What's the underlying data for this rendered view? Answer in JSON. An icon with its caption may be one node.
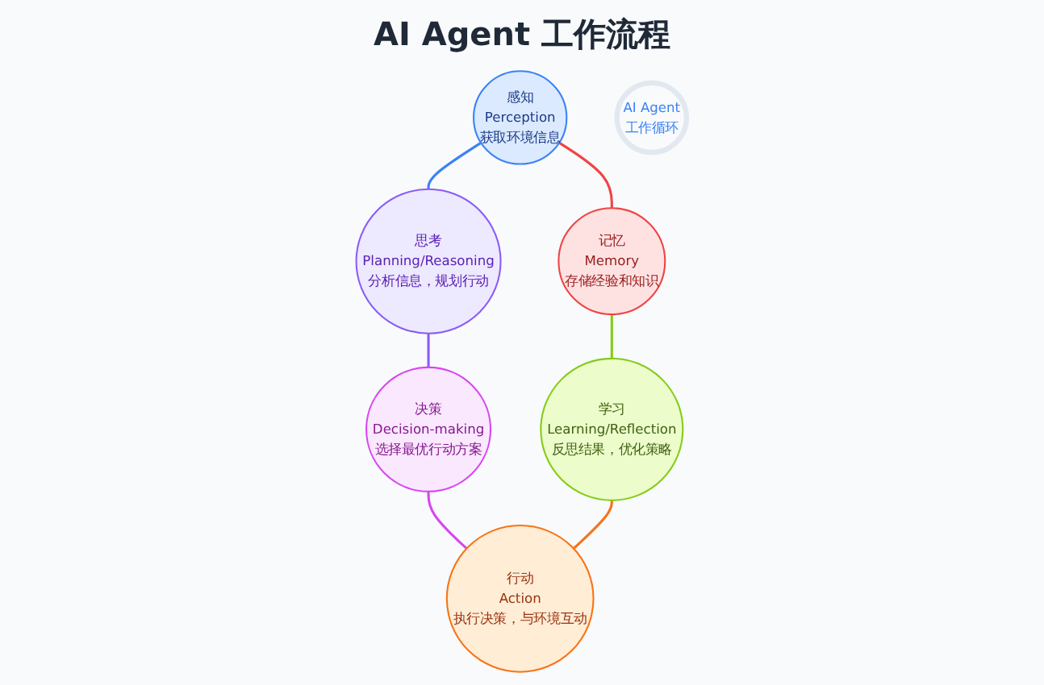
{
  "diagram": {
    "title": "AI Agent 工作流程",
    "nodes": [
      {
        "text": [
          "感知",
          "Perception",
          "获取环境信息"
        ]
      },
      {
        "text": [
          "思考",
          "Planning/Reasoning",
          "分析信息，规划行动"
        ]
      },
      {
        "text": [
          "决策",
          "Decision-making",
          "选择最优行动方案"
        ]
      },
      {
        "text": [
          "行动",
          "Action",
          "执行决策，与环境互动"
        ]
      },
      {
        "text": [
          "学习",
          "Learning/Reflection",
          "反思结果，优化策略"
        ]
      },
      {
        "text": [
          "记忆",
          "Memory",
          "存储经验和知识"
        ]
      },
      {
        "text": [
          "AI Agent",
          "工作循环"
        ]
      }
    ],
    "edges": [
      {
        "from": 0,
        "to": 1,
        "arrow": "none",
        "color": "#3b82f6"
      },
      {
        "from": 1,
        "to": 2,
        "arrow": "none",
        "color": "#8b5cf6"
      },
      {
        "from": 2,
        "to": 3,
        "arrow": "none",
        "color": "#d946ef"
      },
      {
        "from": 3,
        "to": 4,
        "arrow": "none",
        "color": "#f97316"
      },
      {
        "from": 4,
        "to": 5,
        "arrow": "none",
        "color": "#84cc16"
      },
      {
        "from": 5,
        "to": 0,
        "arrow": "none",
        "color": "#ef4444"
      }
    ]
  }
}
